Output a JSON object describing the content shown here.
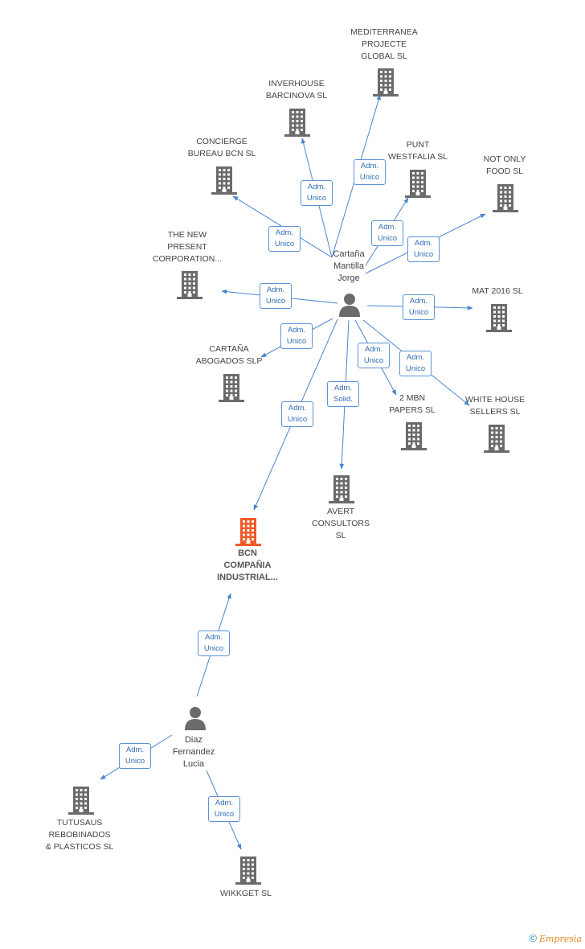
{
  "colors": {
    "edge": "#4a86d0",
    "building": "#6b6b6b",
    "focus": "#f05a28",
    "person": "#6b6b6b"
  },
  "nodes": [
    {
      "id": "mediterranea",
      "type": "company",
      "label": "MEDITERRANEA\nPROJECTE\nGLOBAL  SL"
    },
    {
      "id": "inverhouse",
      "type": "company",
      "label": "INVERHOUSE\nBARCINOVA  SL"
    },
    {
      "id": "concierge",
      "type": "company",
      "label": "CONCIERGE\nBUREAU BCN  SL"
    },
    {
      "id": "punt",
      "type": "company",
      "label": "PUNT\nWESTFALIA SL"
    },
    {
      "id": "notonly",
      "type": "company",
      "label": "NOT ONLY\nFOOD  SL"
    },
    {
      "id": "thenew",
      "type": "company",
      "label": "THE NEW\nPRESENT\nCORPORATION..."
    },
    {
      "id": "mat2016",
      "type": "company",
      "label": "MAT 2016  SL"
    },
    {
      "id": "cartana_abog",
      "type": "company",
      "label": "CARTAÑA\nABOGADOS  SLP"
    },
    {
      "id": "mbn",
      "type": "company",
      "label": "2 MBN\nPAPERS SL"
    },
    {
      "id": "whitehouse",
      "type": "company",
      "label": "WHITE HOUSE\nSELLERS SL"
    },
    {
      "id": "avert",
      "type": "company",
      "label": "AVERT\nCONSULTORS\nSL"
    },
    {
      "id": "bcn",
      "type": "focus",
      "label": "BCN\nCOMPAÑIA\nINDUSTRIAL..."
    },
    {
      "id": "tutusaus",
      "type": "company",
      "label": "TUTUSAUS\nREBOBINADOS\n& PLASTICOS SL"
    },
    {
      "id": "wikkget",
      "type": "company",
      "label": "WIKKGET SL"
    },
    {
      "id": "cartana",
      "type": "person",
      "label": "Cartaña\nMantilla\nJorge"
    },
    {
      "id": "diaz",
      "type": "person",
      "label": "Diaz\nFernandez\nLucia"
    }
  ],
  "edges": [
    {
      "from": "cartana",
      "to": "mediterranea",
      "label": "Adm.\nUnico"
    },
    {
      "from": "cartana",
      "to": "inverhouse",
      "label": "Adm.\nUnico"
    },
    {
      "from": "cartana",
      "to": "concierge",
      "label": "Adm.\nUnico"
    },
    {
      "from": "cartana",
      "to": "punt",
      "label": "Adm.\nUnico"
    },
    {
      "from": "cartana",
      "to": "notonly",
      "label": "Adm.\nUnico"
    },
    {
      "from": "cartana",
      "to": "thenew",
      "label": "Adm.\nUnico"
    },
    {
      "from": "cartana",
      "to": "mat2016",
      "label": "Adm.\nUnico"
    },
    {
      "from": "cartana",
      "to": "cartana_abog",
      "label": "Adm.\nUnico"
    },
    {
      "from": "cartana",
      "to": "mbn",
      "label": "Adm.\nUnico"
    },
    {
      "from": "cartana",
      "to": "whitehouse",
      "label": "Adm.\nUnico"
    },
    {
      "from": "cartana",
      "to": "avert",
      "label": "Adm.\nSolid."
    },
    {
      "from": "cartana",
      "to": "bcn",
      "label": "Adm.\nUnico"
    },
    {
      "from": "diaz",
      "to": "bcn",
      "label": "Adm.\nUnico"
    },
    {
      "from": "diaz",
      "to": "tutusaus",
      "label": "Adm.\nUnico"
    },
    {
      "from": "diaz",
      "to": "wikkget",
      "label": "Adm.\nUnico"
    }
  ],
  "footer": {
    "copyright": "©",
    "brand": "Empresia"
  }
}
